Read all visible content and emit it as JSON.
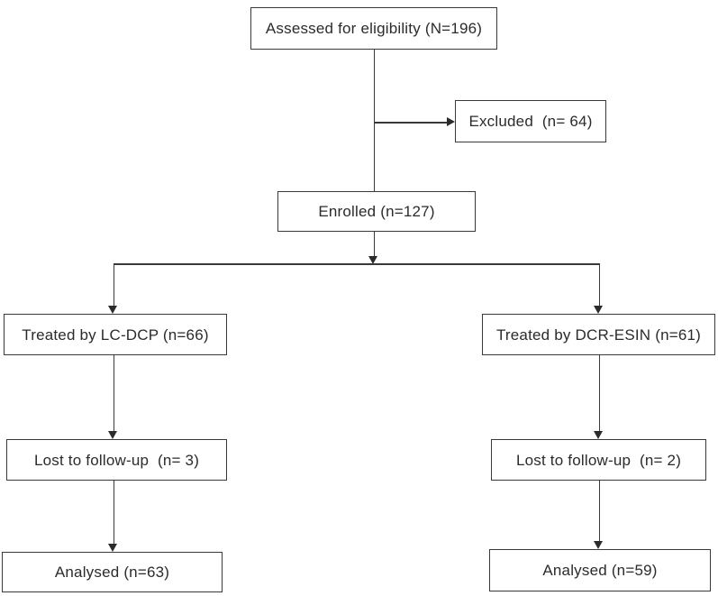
{
  "diagram": {
    "type": "consort-flowchart",
    "colors": {
      "background": "#ffffff",
      "line": "#3a3a3a",
      "box_border": "#3a3a3a",
      "text": "#2b2b2b"
    },
    "boxes": {
      "assessed": {
        "label": "Assessed for eligibility (N=196)"
      },
      "excluded": {
        "label": "Excluded  (n= 64)"
      },
      "enrolled": {
        "label": "Enrolled (n=127)"
      },
      "treated_left": {
        "label": "Treated by LC-DCP (n=66)"
      },
      "treated_right": {
        "label": "Treated by DCR-ESIN (n=61)"
      },
      "lost_left": {
        "label": "Lost to follow-up  (n= 3)"
      },
      "lost_right": {
        "label": "Lost to follow-up  (n= 2)"
      },
      "analysed_left": {
        "label": "Analysed (n=63)"
      },
      "analysed_right": {
        "label": "Analysed (n=59)"
      }
    },
    "edges": [
      {
        "from": "assessed",
        "to": "excluded",
        "arrow": true
      },
      {
        "from": "assessed",
        "to": "enrolled",
        "arrow": false
      },
      {
        "from": "enrolled",
        "to": "split",
        "arrow": true
      },
      {
        "from": "split",
        "to": "treated_left",
        "arrow": true
      },
      {
        "from": "split",
        "to": "treated_right",
        "arrow": true
      },
      {
        "from": "treated_left",
        "to": "lost_left",
        "arrow": true
      },
      {
        "from": "treated_right",
        "to": "lost_right",
        "arrow": true
      },
      {
        "from": "lost_left",
        "to": "analysed_left",
        "arrow": true
      },
      {
        "from": "lost_right",
        "to": "analysed_right",
        "arrow": true
      }
    ]
  }
}
